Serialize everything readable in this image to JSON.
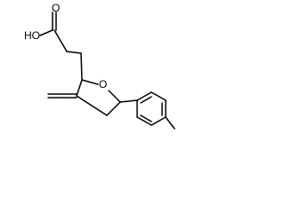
{
  "structure": {
    "atom_labels": {
      "hydroxyl": "HO",
      "carbonyl_oxygen": "O",
      "ring_oxygen": "O"
    }
  }
}
